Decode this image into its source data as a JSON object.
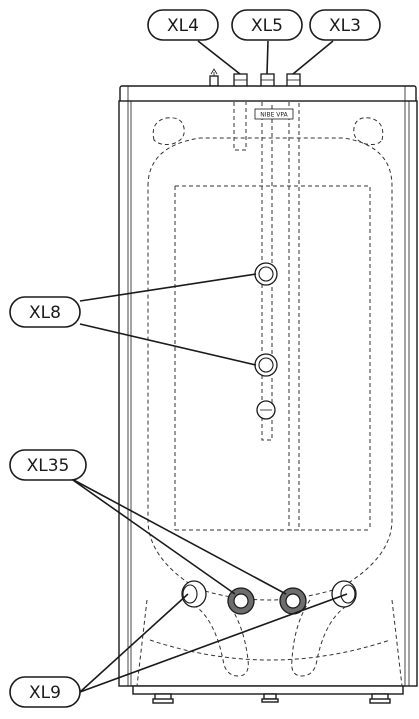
{
  "badge": "NIBE VPA",
  "labels": {
    "xl4": "XL4",
    "xl5": "XL5",
    "xl3": "XL3",
    "xl8": "XL8",
    "xl35": "XL35",
    "xl9": "XL9"
  },
  "colors": {
    "line": "#1a1a1a",
    "dashed": "#333333",
    "port_dark": "#6d6d6d",
    "background": "#ffffff"
  }
}
